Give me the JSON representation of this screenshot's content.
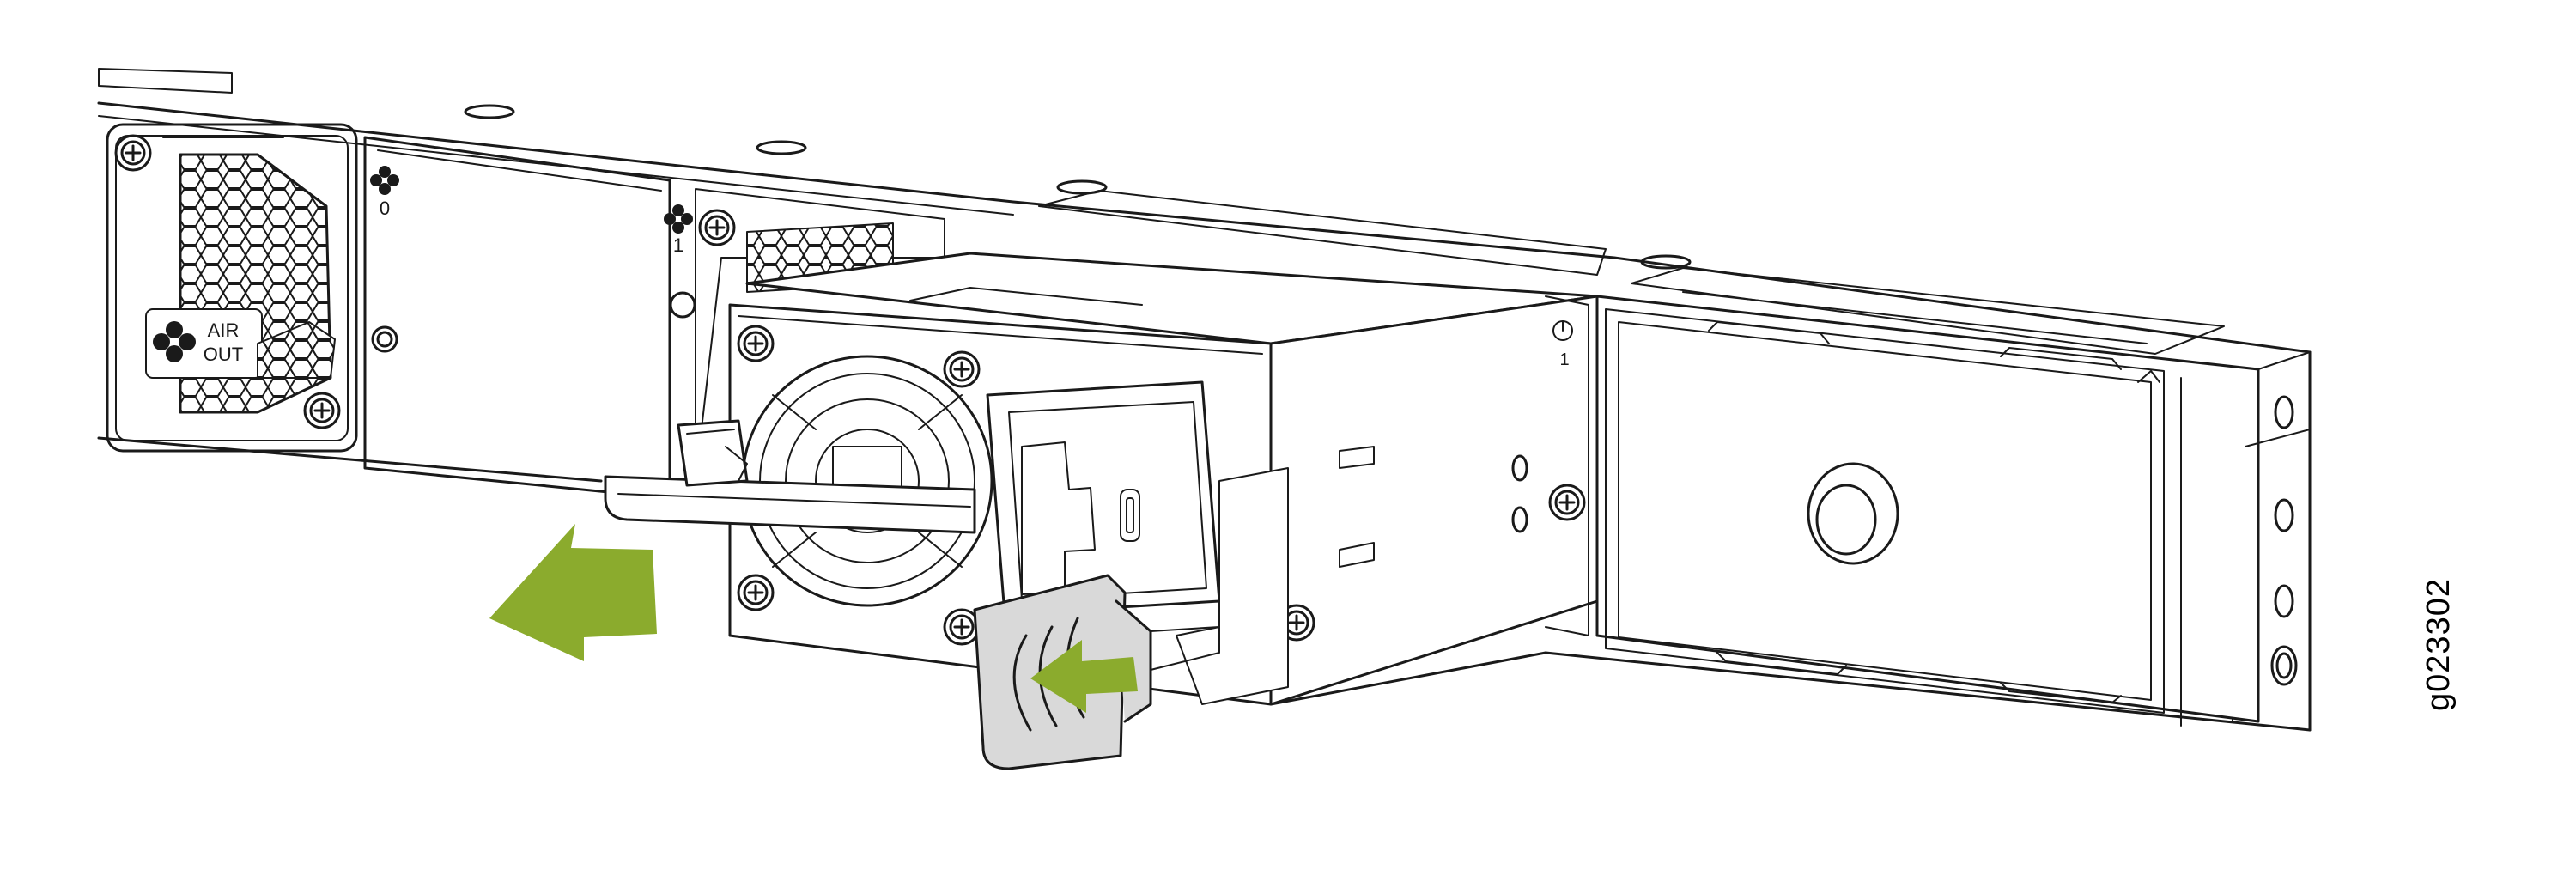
{
  "figure": {
    "id": "g023302",
    "labels": {
      "fan_slot_0": "0",
      "fan_slot_1": "1",
      "psu_slot_1": "1",
      "air_line1": "AIR",
      "air_line2": "OUT"
    },
    "colors": {
      "arrow": "#8bab2d",
      "outline": "#1a1a1a",
      "latch_fill": "#d9d9d9"
    },
    "icons": [
      "fan-icon",
      "power-icon",
      "screw-icon",
      "arrow-pull-icon",
      "arrow-push-icon"
    ]
  }
}
